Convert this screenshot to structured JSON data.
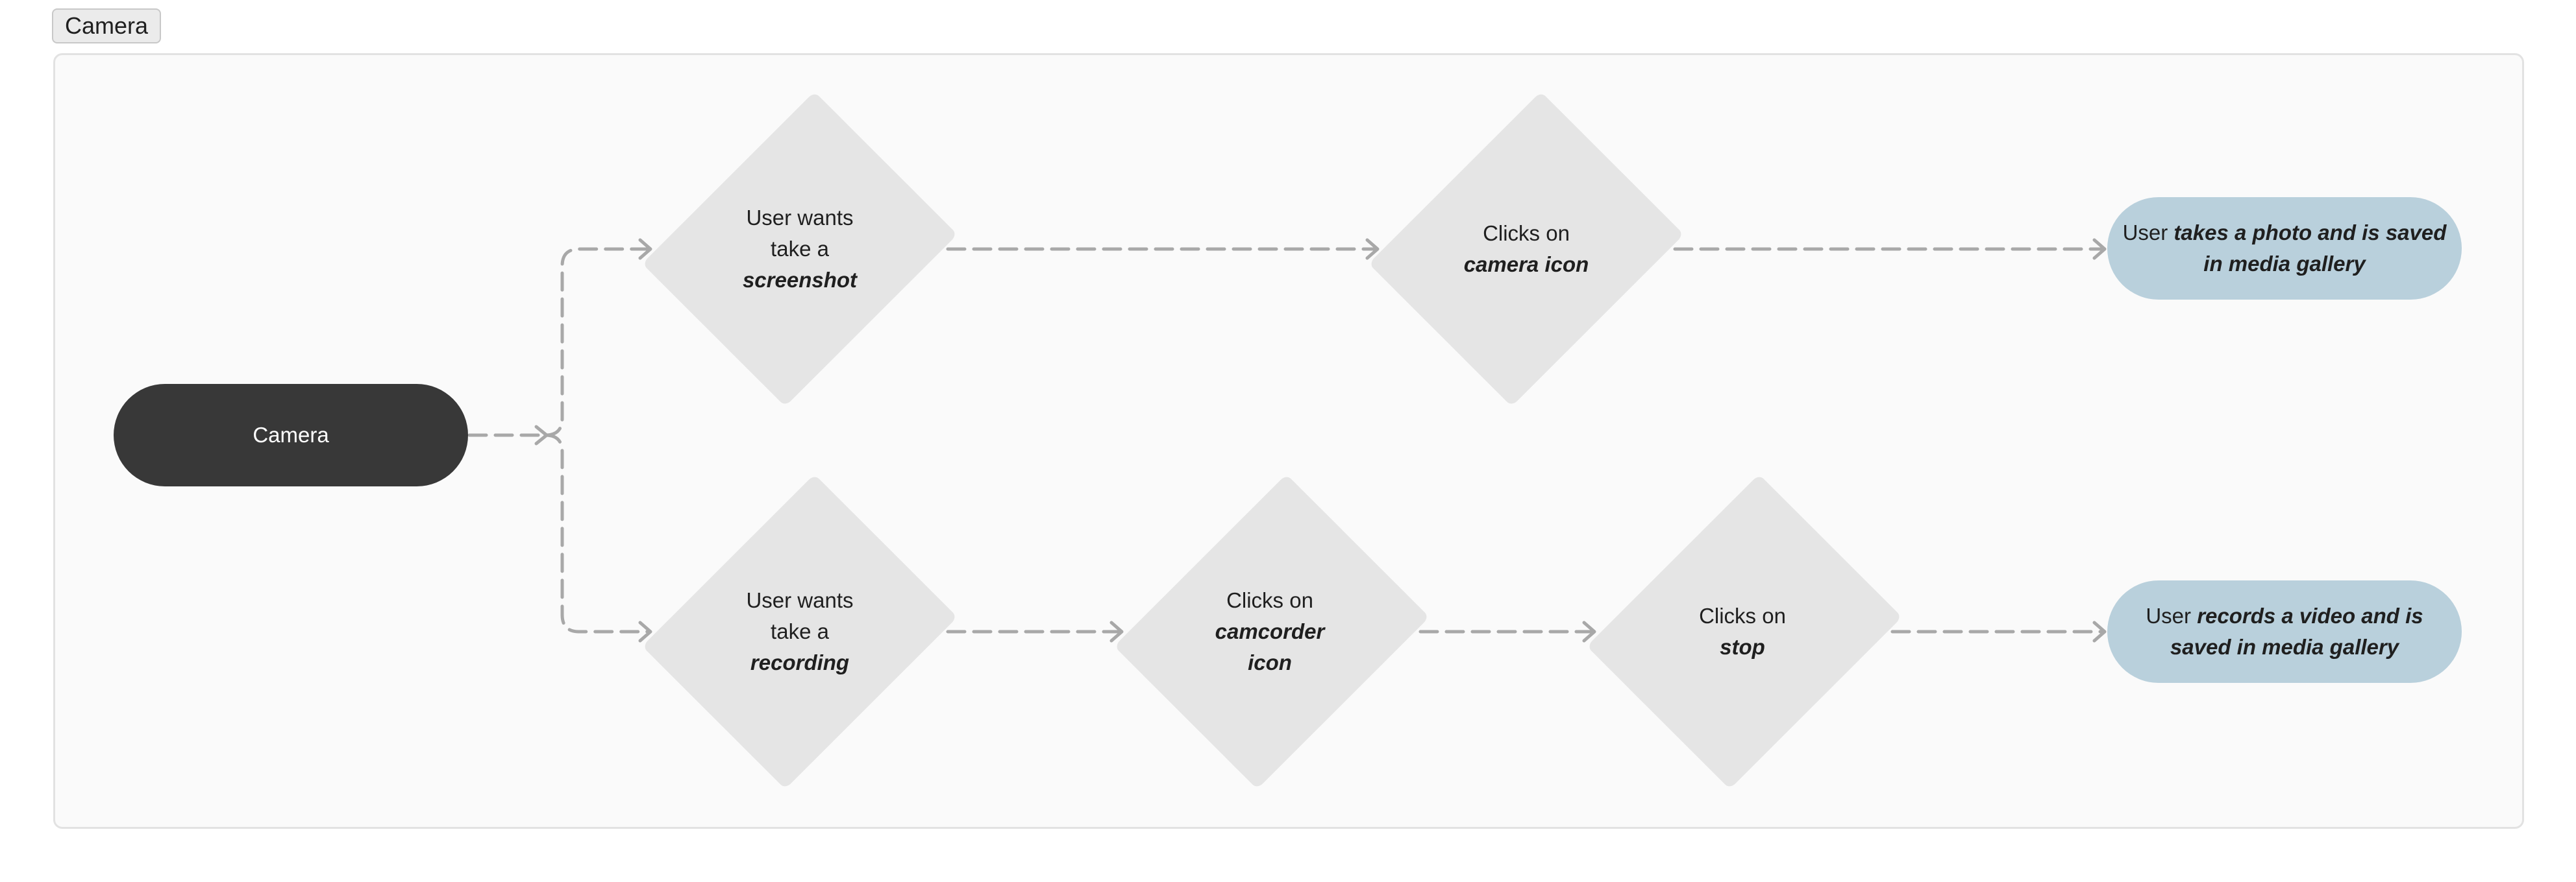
{
  "tab": {
    "label": "Camera"
  },
  "start": {
    "label": "Camera"
  },
  "photo_path": {
    "decision": {
      "line1": "User wants",
      "line2": "take a",
      "emph": "screenshot"
    },
    "step": {
      "line1": "Clicks on",
      "emph": "camera icon"
    },
    "result": {
      "pre": "User ",
      "emph": "takes  a photo and is saved in media gallery"
    }
  },
  "video_path": {
    "decision": {
      "line1": "User wants",
      "line2": "take a",
      "emph": "recording"
    },
    "step1": {
      "line1": "Clicks on",
      "emph1": "camcorder",
      "emph2": "icon"
    },
    "step2": {
      "line1": "Clicks on",
      "emph": "stop"
    },
    "result": {
      "pre": "User ",
      "emph": "records a video and is saved in media gallery"
    }
  },
  "colors": {
    "frame_bg": "#fafafa",
    "start_fill": "#383838",
    "decision_fill": "#e5e5e5",
    "end_fill": "#b9d0dc",
    "edge": "#a8a8a8"
  }
}
